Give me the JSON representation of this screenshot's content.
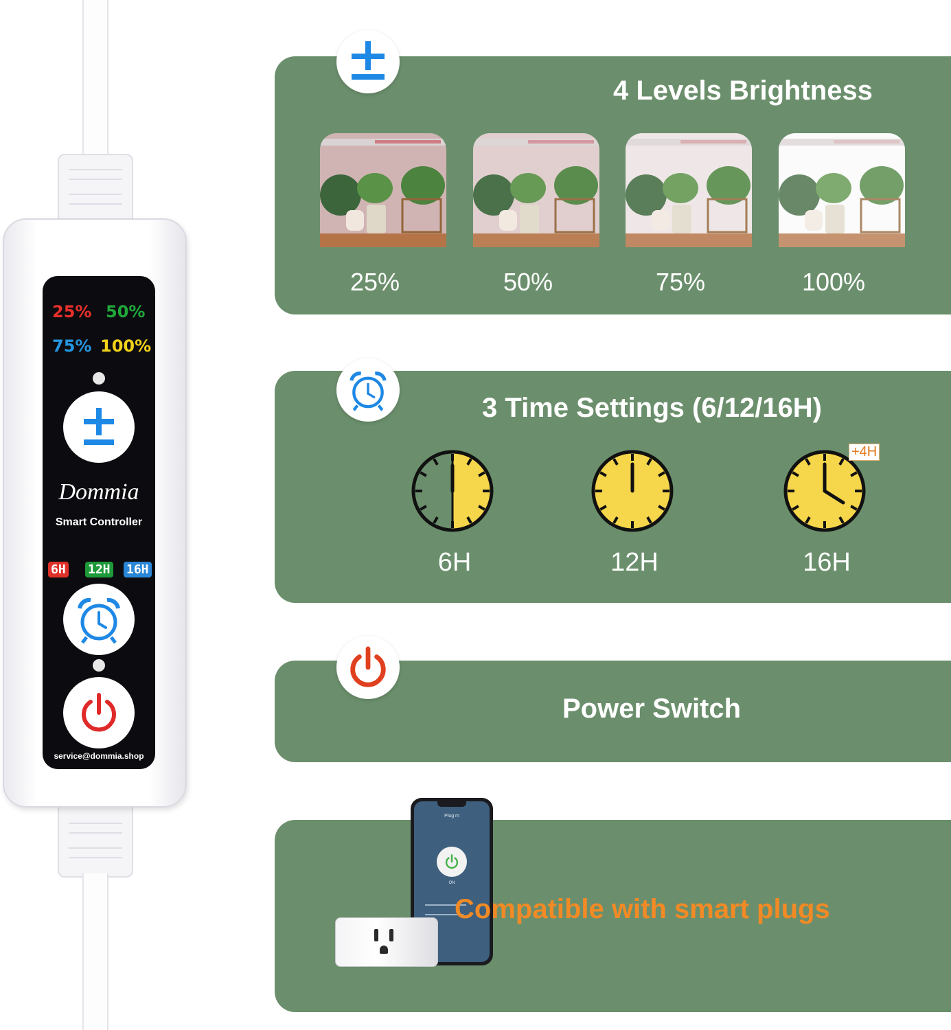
{
  "controller": {
    "levels": [
      {
        "label": "25%",
        "color": "#e8302a"
      },
      {
        "label": "50%",
        "color": "#1fa83a"
      },
      {
        "label": "75%",
        "color": "#2596e0"
      },
      {
        "label": "100%",
        "color": "#f2d21a"
      }
    ],
    "brand": "Dommia",
    "subtitle": "Smart Controller",
    "timers": [
      {
        "label": "6H",
        "color": "#e0302a"
      },
      {
        "label": "12H",
        "color": "#1f9a3a"
      },
      {
        "label": "16H",
        "color": "#2a86d6"
      }
    ],
    "email": "service@dommia.shop"
  },
  "brightness": {
    "title": "4 Levels Brightness",
    "levels": [
      "25%",
      "50%",
      "75%",
      "100%"
    ],
    "level_values": [
      0.25,
      0.5,
      0.75,
      1.0
    ]
  },
  "time": {
    "title": "3 Time Settings (6/12/16H)",
    "options": [
      "6H",
      "12H",
      "16H"
    ],
    "extra_badge": "+4H"
  },
  "power": {
    "title": "Power Switch"
  },
  "smart": {
    "title": "Compatible with smart plugs",
    "phone": {
      "header": "Plug m",
      "state": "ON"
    }
  },
  "colors": {
    "card_green": "#6b8f6c",
    "icon_blue": "#1e88e5",
    "power_red": "#e0401f",
    "smart_orange": "#f28a25",
    "clock_yellow": "#f6d64a",
    "clock_green": "#6b8f6c"
  }
}
